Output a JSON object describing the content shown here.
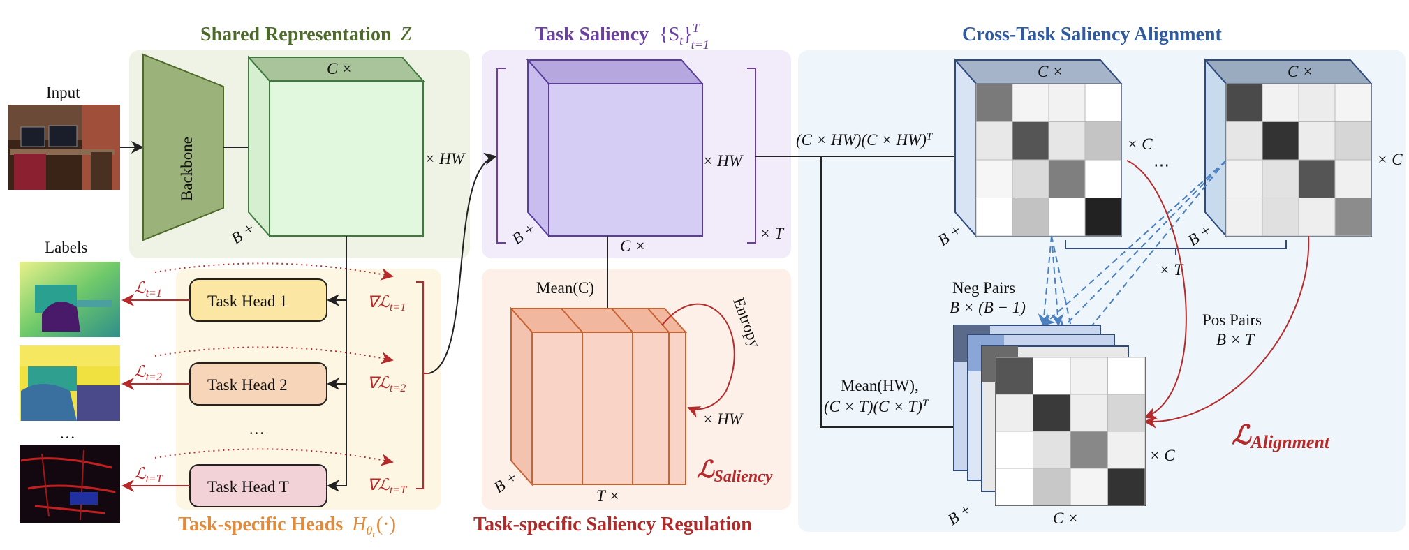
{
  "titles": {
    "shared_prefix": "Shared Representation",
    "shared_symbol": "Z",
    "saliency_prefix": "Task Saliency",
    "saliency_set": "{S",
    "saliency_sub": "t",
    "saliency_close": "}",
    "saliency_sup": "T",
    "saliency_sub2": "t=1",
    "alignment": "Cross-Task Saliency Alignment",
    "heads_prefix": "Task-specific Heads",
    "heads_symbol": "H",
    "heads_sub": "θ",
    "heads_sub2": "t",
    "heads_arg": "(·)",
    "regulation": "Task-specific Saliency Regulation"
  },
  "inputs": {
    "input_label": "Input",
    "labels_label": "Labels",
    "ellipsis": "…"
  },
  "backbone": {
    "label": "Backbone"
  },
  "cube_labels": {
    "c_times": "C ×",
    "times_hw": "× HW",
    "b_plus": "B +",
    "times_t": "× T",
    "times_c": "× C",
    "t_times": "T ×",
    "dots": "⋯"
  },
  "heads": {
    "items": [
      {
        "label": "Task Head 1",
        "loss": "ℒ",
        "loss_sub": "t=1",
        "grad": "∇ℒ",
        "grad_sub": "t=1"
      },
      {
        "label": "Task Head 2",
        "loss": "ℒ",
        "loss_sub": "t=2",
        "grad": "∇ℒ",
        "grad_sub": "t=2"
      },
      {
        "label": "Task Head T",
        "loss": "ℒ",
        "loss_sub": "t=T",
        "grad": "∇ℒ",
        "grad_sub": "t=T"
      }
    ],
    "ellipsis": "…"
  },
  "regulation": {
    "mean_c": "Mean(C)",
    "entropy": "Entropy",
    "loss": "ℒ",
    "loss_sub": "Saliency"
  },
  "alignment": {
    "gram_hw": "(C × HW)(C × HW)",
    "gram_sup": "T",
    "mean_hw_line1": "Mean(HW),",
    "mean_hw_line2": "(C × T)(C × T)",
    "mean_hw_sup": "T",
    "neg_pairs": "Neg Pairs",
    "neg_pairs_count": "B × (B − 1)",
    "pos_pairs": "Pos Pairs",
    "pos_pairs_count": "B × T",
    "loss": "ℒ",
    "loss_sub": "Alignment",
    "matrix1_gray": [
      [
        "#7a7a7a",
        "#f4f4f4",
        "#f2f2f2",
        "#ffffff"
      ],
      [
        "#e8e8e8",
        "#555555",
        "#e6e6e6",
        "#c4c4c4"
      ],
      [
        "#f6f6f6",
        "#dadada",
        "#7f7f7f",
        "#ffffff"
      ],
      [
        "#ffffff",
        "#c2c2c2",
        "#ffffff",
        "#222222"
      ]
    ],
    "matrix2_gray": [
      [
        "#4a4a4a",
        "#f2f2f2",
        "#ececec",
        "#f4f4f4"
      ],
      [
        "#e6e6e6",
        "#333333",
        "#ececec",
        "#d6d6d6"
      ],
      [
        "#f2f2f2",
        "#e2e2e2",
        "#555555",
        "#f0f0f0"
      ],
      [
        "#f0f0f0",
        "#e0e0e0",
        "#eeeeee",
        "#8c8c8c"
      ]
    ],
    "matrix3_gray": [
      [
        "#555555",
        "#ffffff",
        "#f2f2f2",
        "#ffffff"
      ],
      [
        "#eeeeee",
        "#3a3a3a",
        "#eeeeee",
        "#d6d6d6"
      ],
      [
        "#ffffff",
        "#e2e2e2",
        "#888888",
        "#f0f0f0"
      ],
      [
        "#ffffff",
        "#c8c8c8",
        "#f4f4f4",
        "#333333"
      ]
    ]
  },
  "colors": {
    "shared_title": "#4d6a2b",
    "saliency_title": "#6b3fa0",
    "alignment_title": "#2f5a9e",
    "heads_title": "#e08a3c",
    "regulation_title": "#b02a2a",
    "red": "#b52a2a",
    "blue": "#4a7fc0"
  }
}
